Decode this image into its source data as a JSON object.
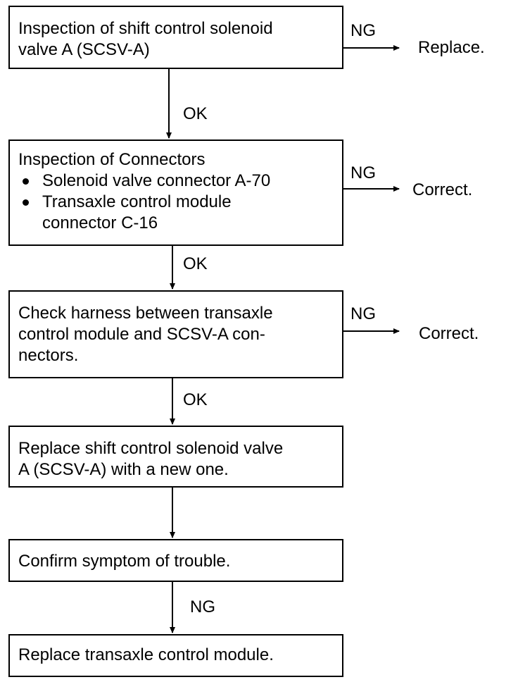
{
  "steps": [
    {
      "lines": [
        "Inspection of shift control solenoid",
        "valve A (SCSV-A)"
      ]
    },
    {
      "title": "Inspection of Connectors",
      "bullets": [
        {
          "lines": [
            "Solenoid valve connector A-70"
          ]
        },
        {
          "lines": [
            "Transaxle control module",
            "connector C-16"
          ]
        }
      ]
    },
    {
      "lines": [
        "Check harness between transaxle",
        "control module and SCSV-A con-",
        "nectors."
      ]
    },
    {
      "lines": [
        "Replace shift control solenoid valve",
        "A (SCSV-A) with a new one."
      ]
    },
    {
      "lines": [
        "Confirm symptom of trouble."
      ]
    },
    {
      "lines": [
        "Replace transaxle control module."
      ]
    }
  ],
  "branches": [
    {
      "condition": "NG",
      "action": "Replace."
    },
    {
      "condition": "NG",
      "action": "Correct."
    },
    {
      "condition": "NG",
      "action": "Correct."
    }
  ],
  "flow_labels": [
    "OK",
    "OK",
    "OK",
    "NG"
  ]
}
